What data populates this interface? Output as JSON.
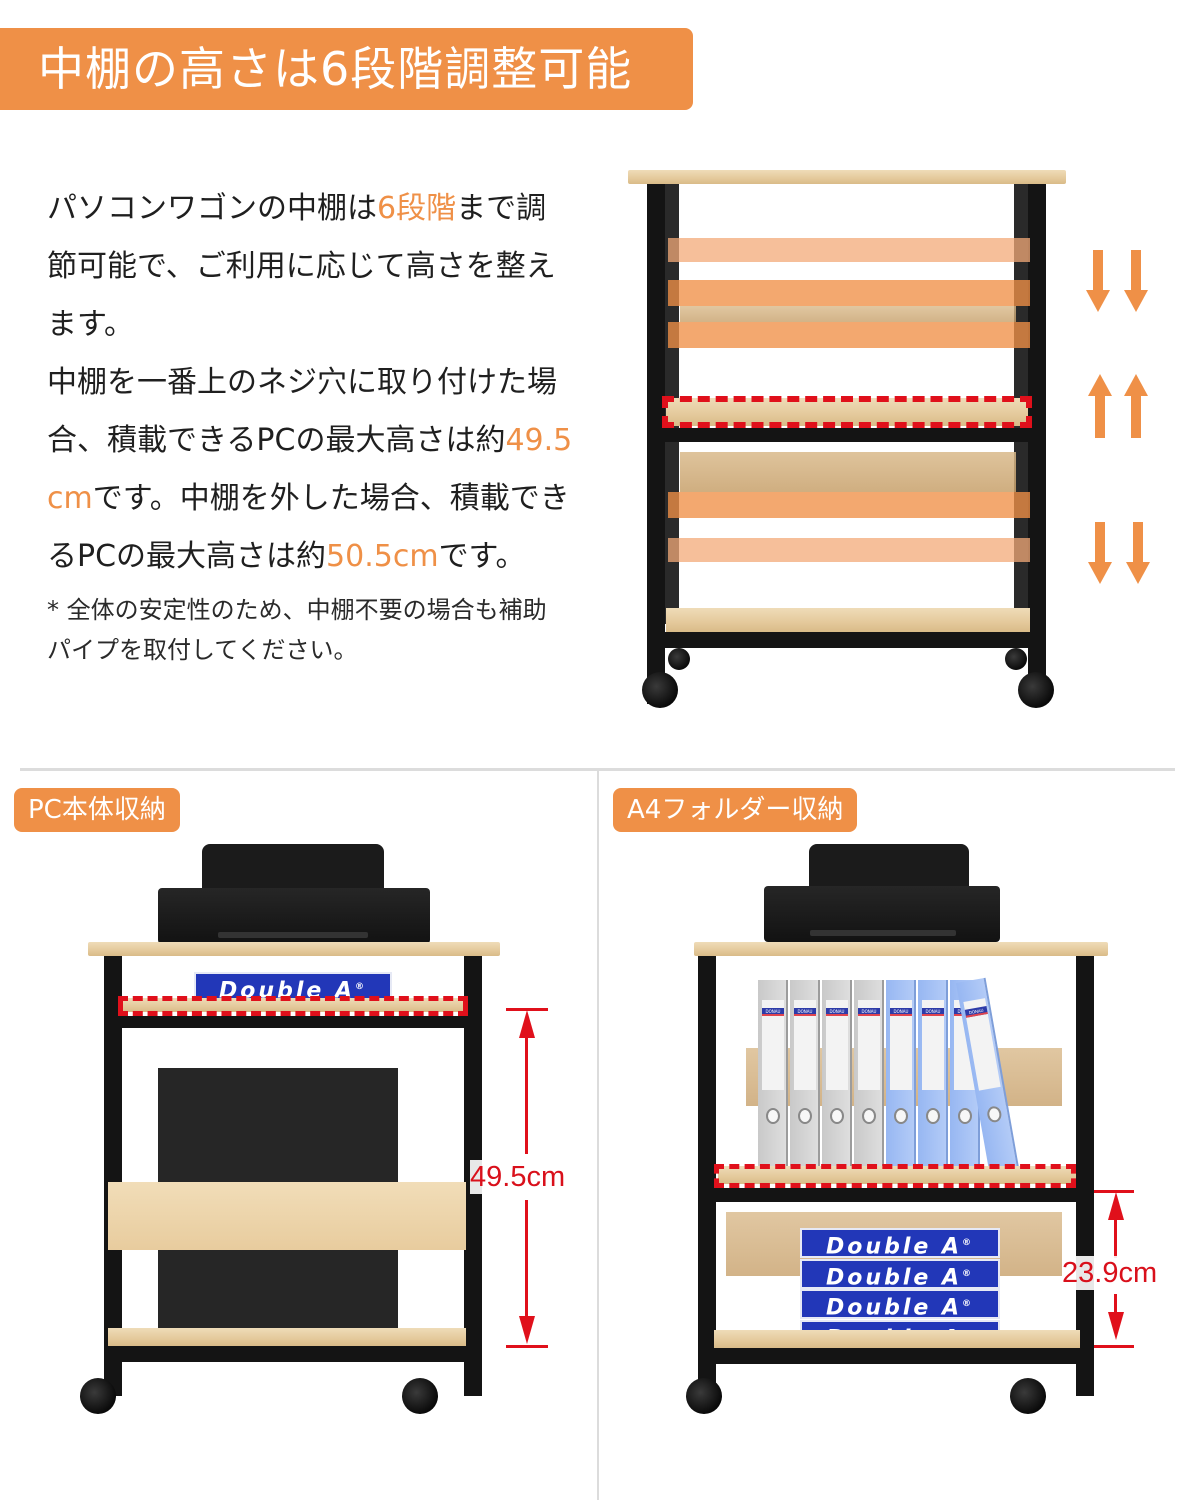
{
  "header": {
    "title": "中棚の高さは6段階調整可能"
  },
  "description": {
    "lines": [
      [
        {
          "text": "パソコンワゴンの中棚は",
          "highlight": false
        },
        {
          "text": "6段階",
          "highlight": true
        },
        {
          "text": "まで調",
          "highlight": false
        }
      ],
      [
        {
          "text": "節可能で、ご利用に応じて高さを整え",
          "highlight": false
        }
      ],
      [
        {
          "text": "ます。",
          "highlight": false
        }
      ],
      [
        {
          "text": "中棚を一番上のネジ穴に取り付けた場",
          "highlight": false
        }
      ],
      [
        {
          "text": "合、積載できるPCの最大高さは約",
          "highlight": false
        },
        {
          "text": "49.5",
          "highlight": true
        }
      ],
      [
        {
          "text": "cm",
          "highlight": true
        },
        {
          "text": "です。中棚を外した場合、積載でき",
          "highlight": false
        }
      ],
      [
        {
          "text": "るPCの最大高さは約",
          "highlight": false
        },
        {
          "text": "50.5cm",
          "highlight": true
        },
        {
          "text": "です。",
          "highlight": false
        }
      ]
    ],
    "note_lines": [
      "* 全体の安定性のため、中棚不要の場合も補助",
      "パイプを取付してください。"
    ]
  },
  "hero_image": {
    "arrows": [
      "arrow-down-pair",
      "arrow-up-pair",
      "arrow-down-pair"
    ],
    "shelf_positions": 6
  },
  "panels": [
    {
      "tag": "PC本体収納",
      "brand_label": "Double A",
      "brand_mark": "®",
      "dimension": "49.5cm"
    },
    {
      "tag": "A4フォルダー収納",
      "binder_brand": "DONAU",
      "binders": [
        "grey",
        "grey",
        "grey",
        "grey",
        "blue",
        "blue",
        "blue",
        "blue"
      ],
      "paper_reams": [
        "Double A",
        "Double A",
        "Double A",
        "Double A"
      ],
      "brand_mark": "®",
      "dimension": "23.9cm"
    }
  ],
  "colors": {
    "accent": "#ef9047",
    "dimension_red": "#e0101b",
    "paper_blue": "#2237b8",
    "frame": "#141414"
  }
}
